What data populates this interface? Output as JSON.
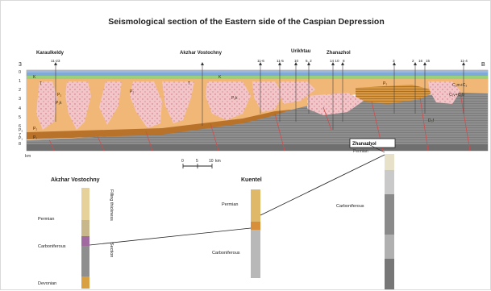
{
  "title": "Seismological section of the Eastern side of the Caspian Depression",
  "fields": {
    "karaulkeldy": "Karaulkeldy",
    "akzhar": "Akzhar Vostochny",
    "urikhtau": "Urikhtau",
    "zhanazhol": "Zhanazhol"
  },
  "wells": {
    "w1": "11-23",
    "w2": "11-6",
    "w3": "11-5",
    "w4": "10",
    "w5": "5, 2",
    "w6": "14 10",
    "w7": "8",
    "w8": "3",
    "w9": "2",
    "w10": "16",
    "w11": "15",
    "w12": "11-4"
  },
  "ends": {
    "left": "3",
    "right": "B"
  },
  "depth_ticks": [
    "0",
    "1",
    "2",
    "3",
    "4",
    "5",
    "6",
    "7",
    "8"
  ],
  "depth_unit": "km",
  "scale_bar": {
    "a": "0",
    "b": "5",
    "c": "10",
    "unit": "km"
  },
  "labels": {
    "k_left": "K",
    "k_mid": "K",
    "t_left": "T",
    "t_mid": "T",
    "p2_left": "P₂",
    "p1k_left": "P₁k",
    "p1k_mid": "P₁k",
    "p2_right": "P₂",
    "p2_mid": "P₂",
    "c2m": "C₂m+C₃",
    "c1v": "C₁v+C₂b",
    "d3f": "D₃f",
    "p_a": "P₂",
    "p_b": "P₁",
    "left_p": "P₂",
    "left_p1": "P₁",
    "zhanazhol_box": "Zhanazhol",
    "permian_top": "Permian"
  },
  "lower": {
    "akzhar_title": "Akzhar Vostochny",
    "kuentel_title": "Kuentel",
    "permian_a": "Permian",
    "carboniferous_a": "Carboniferous",
    "devonian_a": "Devonian",
    "filling": "Filling thickness",
    "section": "Section",
    "permian_b": "Permian",
    "carboniferous_b": "Carboniferous",
    "carboniferous_c": "Carboniferous"
  }
}
